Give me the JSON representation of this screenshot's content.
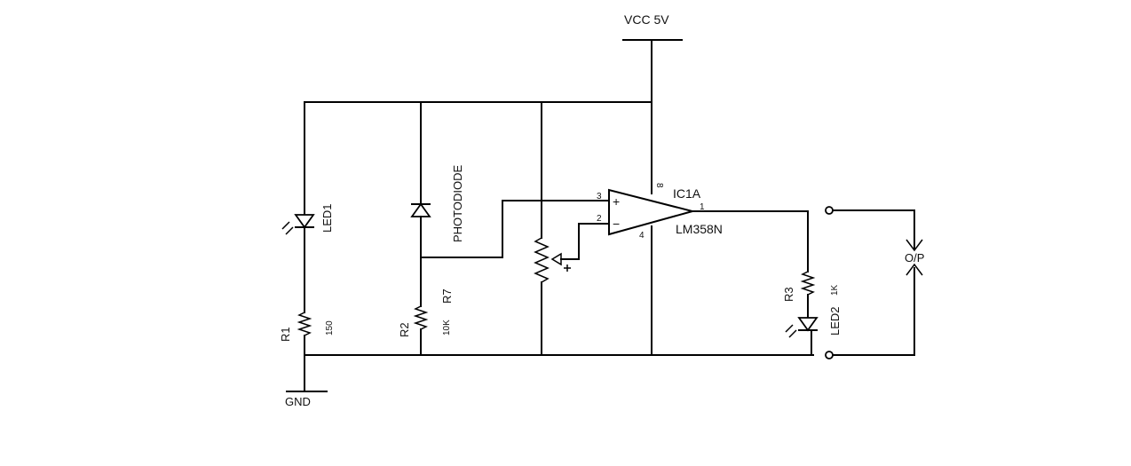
{
  "power": {
    "vcc_label": "VCC 5V",
    "gnd_label": "GND"
  },
  "led1": {
    "ref": "LED1"
  },
  "r1": {
    "ref": "R1",
    "value": "150"
  },
  "photodiode": {
    "ref": "PHOTODIODE"
  },
  "r2": {
    "ref": "R2",
    "value": "10K",
    "ref2": "R7"
  },
  "opamp": {
    "ref": "IC1A",
    "part": "LM358N",
    "pin_plus": "3",
    "pin_minus": "2",
    "pin_out": "1",
    "pin_vcc": "8",
    "pin_gnd": "4",
    "plus_sign": "+",
    "minus_sign": "−"
  },
  "r3": {
    "ref": "R3",
    "value": "1K"
  },
  "led2": {
    "ref": "LED2"
  },
  "output": {
    "label": "O/P"
  }
}
